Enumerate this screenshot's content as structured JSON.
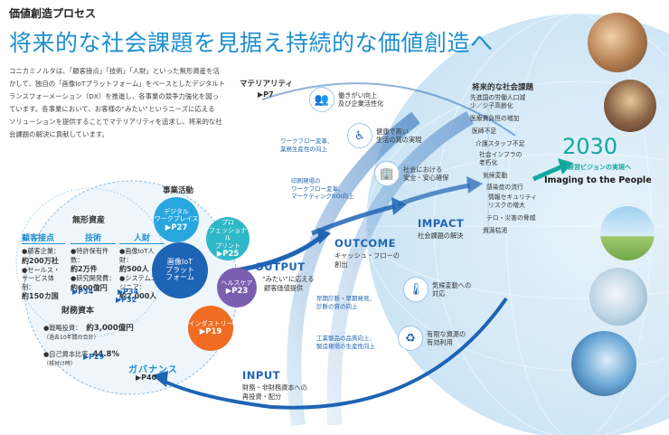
{
  "header": {
    "section_label": "価値創造プロセス",
    "headline": "将来的な社会課題を見据え持続的な価値創造へ"
  },
  "intro": {
    "lines": [
      "コニカミノルタは、「顧客接点」「技術」「人財」といった無形資産を活",
      "かして、独自の「画像IoTプラットフォーム」をベースとしたデジタルト",
      "ランスフォーメーション（DX）を推進し、各事業の競争力強化を図っ",
      "ています。各事業において、お客様の“みたい”というニーズに応える",
      "ソリューションを提供することでマテリアリティを追求し、将来的な社",
      "会課題の解決に貢献しています。"
    ]
  },
  "assets": {
    "title": "無形資産",
    "columns": [
      {
        "heading": "顧客接点",
        "items": [
          {
            "label": "●顧客企業：",
            "value": "約200万社"
          },
          {
            "label": "●セールス・サービス体制：",
            "value": "約150カ国"
          }
        ],
        "ref": "P34"
      },
      {
        "heading": "技術",
        "items": [
          {
            "label": "●特許保有件数：",
            "value": "約2万件"
          },
          {
            "label": "●研究開発費：",
            "value": "約600億円"
          }
        ],
        "ref": "P34"
      },
      {
        "heading": "人財",
        "items": [
          {
            "label": "●画像IoT人財：",
            "value": "約500人"
          },
          {
            "label": "●システムエンジニア：",
            "value": "約2,000人"
          }
        ],
        "ref": "P32"
      }
    ],
    "finance_title": "財務資本",
    "finance_items": [
      {
        "label": "●戦略投資：",
        "value": "約3,000億円",
        "note": "（過去10年間の合計）"
      },
      {
        "label": "●自己資本比率",
        "value": "44.8%",
        "note": "（株付け時）"
      }
    ],
    "finance_ref": "P29"
  },
  "business": {
    "title": "事業活動",
    "platform": {
      "line1": "画像IoT",
      "line2": "プラット",
      "line3": "フォーム"
    },
    "bubbles": [
      {
        "name": "デジタル ワークプレイス",
        "l1": "デジタル",
        "l2": "ワークプレイス",
        "ref": "P27",
        "color": "#29a6de"
      },
      {
        "name": "プロフェッショナルプリント",
        "l1": "プロ",
        "l2": "フェッショナル",
        "l3": "プリント",
        "ref": "P25",
        "color": "#2fb8c9"
      },
      {
        "name": "ヘルスケア",
        "l1": "ヘルスケア",
        "ref": "P23",
        "color": "#7a5fb0"
      },
      {
        "name": "インダストリー",
        "l1": "インダストリー",
        "ref": "P19",
        "color": "#ef6c22"
      }
    ]
  },
  "governance": {
    "label": "ガバナンス",
    "ref": "P40"
  },
  "materiality": {
    "label": "マテリアリティ",
    "ref": "P7"
  },
  "flow": {
    "output_title": "OUTPUT",
    "output_sub1": "“みたい”に応える",
    "output_sub2": "顧客価値提供",
    "outcome_title": "OUTCOME",
    "outcome_sub1": "キャッシュ・フローの",
    "outcome_sub2": "創出",
    "impact_title": "IMPACT",
    "impact_sub": "社会課題の解決",
    "input_title": "INPUT",
    "input_sub1": "財務・非財務資本への",
    "input_sub2": "再投資・配分"
  },
  "outcomes_left": [
    {
      "l1": "ワークフロー変革、",
      "l2": "業務生産性の向上"
    },
    {
      "l1": "印刷現場の",
      "l2": "ワークフロー変革、",
      "l3": "マーケティングROI向上"
    },
    {
      "l1": "早期診断・早期発見、",
      "l2": "診断の質の向上"
    },
    {
      "l1": "工業製品の品質向上、",
      "l2": "製造現場の生産性向上"
    }
  ],
  "impacts": [
    {
      "icon": "people-icon",
      "glyph": "👥",
      "l1": "働きがい向上",
      "l2": "及び企業活性化"
    },
    {
      "icon": "wheelchair-icon",
      "glyph": "♿",
      "l1": "健康で高い",
      "l2": "生活の質の実現"
    },
    {
      "icon": "building-icon",
      "glyph": "🏢",
      "l1": "社会における",
      "l2": "安全・安心確保"
    },
    {
      "icon": "thermometer-icon",
      "glyph": "🌡",
      "l1": "気候変動への",
      "l2": "対応"
    },
    {
      "icon": "recycle-icon",
      "glyph": "♻",
      "l1": "有限な資源の",
      "l2": "有効利用"
    }
  ],
  "future": {
    "title": "将来的な社会課題",
    "items": [
      "先進国の労働人口減少／少子高齢化",
      "医療費負担の増加",
      "医師不足",
      "介護スタッフ不足",
      "社会インフラの老朽化",
      "気候変動",
      "感染症の流行",
      "情報セキュリティリスクの増大",
      "テロ・災害の脅威",
      "資源枯渇"
    ],
    "year": "2030",
    "vision_label": "経営ビジョンの実現へ",
    "vision_name": "Imaging to the People"
  },
  "colors": {
    "accent": "#1e8fd0",
    "dark_blue": "#1e64b4",
    "teal": "#13a89e"
  }
}
